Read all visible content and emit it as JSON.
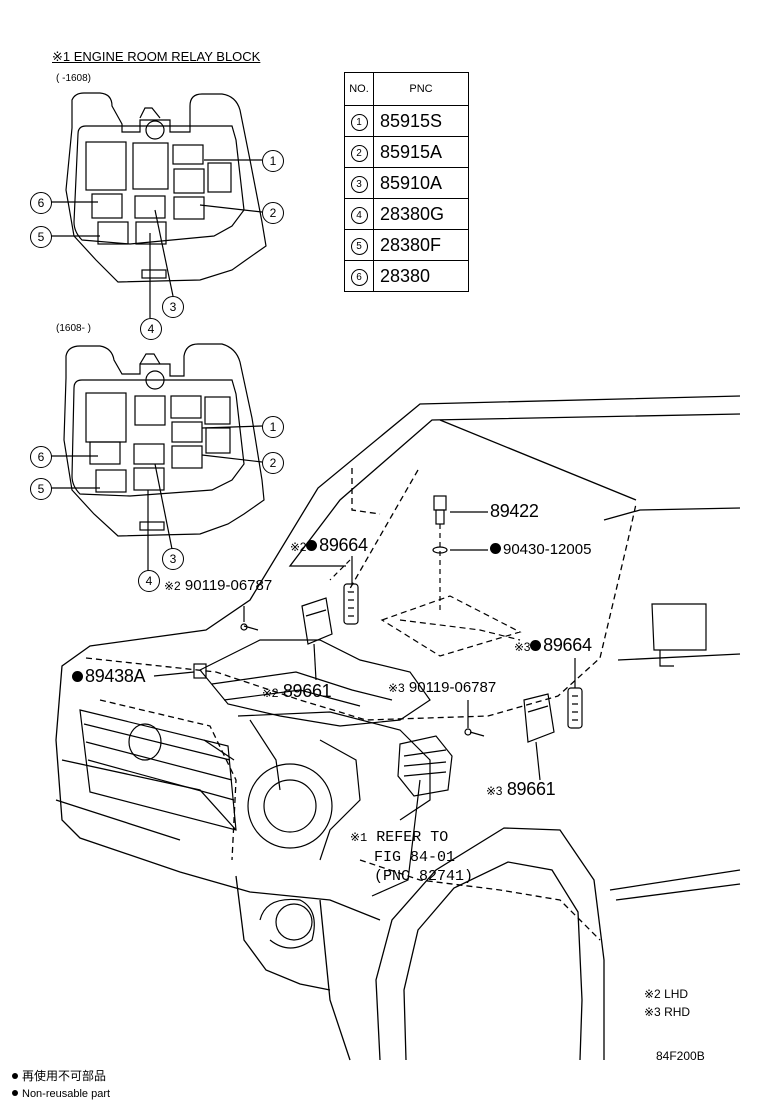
{
  "relay_block": {
    "title": "※1 ENGINE ROOM RELAY BLOCK",
    "range_top": "(     -1608)",
    "range_bottom": "(1608-     )",
    "callout_labels": [
      "1",
      "2",
      "3",
      "4",
      "5",
      "6"
    ]
  },
  "pnc_table": {
    "header_no": "NO.",
    "header_pnc": "PNC",
    "rows": [
      {
        "no": "1",
        "pnc": "85915S"
      },
      {
        "no": "2",
        "pnc": "85915A"
      },
      {
        "no": "3",
        "pnc": "85910A"
      },
      {
        "no": "4",
        "pnc": "28380G"
      },
      {
        "no": "5",
        "pnc": "28380F"
      },
      {
        "no": "6",
        "pnc": "28380"
      }
    ]
  },
  "parts": {
    "p89422": "89422",
    "p90430": "90430-12005",
    "p89664_lhd_mark": "※2",
    "p89664_lhd": "89664",
    "p90119_lhd_mark": "※2",
    "p90119_lhd": "90119-06787",
    "p89438a": "89438A",
    "p89661_lhd_mark": "※2",
    "p89661_lhd": "89661",
    "p89664_rhd_mark": "※3",
    "p89664_rhd": "89664",
    "p90119_rhd_mark": "※3",
    "p90119_rhd": "90119-06787",
    "p89661_rhd_mark": "※3",
    "p89661_rhd": "89661",
    "refer_mark": "※1",
    "refer_line1": "REFER TO",
    "refer_line2": "FIG 84-01",
    "refer_line3": "(PNC 82741)"
  },
  "legend": {
    "lhd": "※2 LHD",
    "rhd": "※3 RHD",
    "figure_code": "84F200B",
    "note_jp": "再使用不可部品",
    "note_en": "Non-reusable part"
  }
}
